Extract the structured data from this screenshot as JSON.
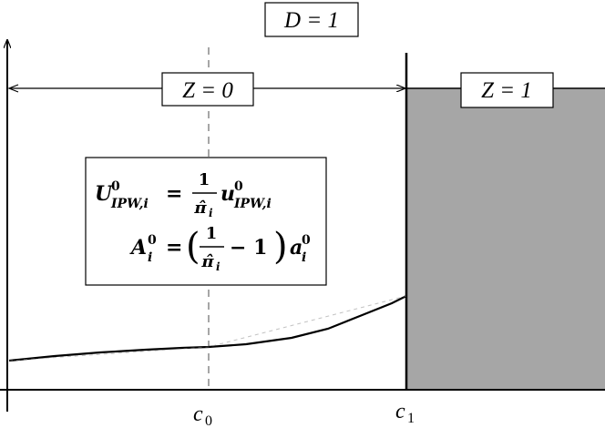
{
  "top_label": "D = 1",
  "region_labels": {
    "left": "Z = 0",
    "right": "Z = 1"
  },
  "axis_ticks": [
    {
      "name": "c0-tick",
      "var": "c",
      "sub": "0"
    },
    {
      "name": "c1-tick",
      "var": "c",
      "sub": "1"
    }
  ],
  "formula": {
    "line1": {
      "lhs_var": "U",
      "lhs_sup": "0",
      "lhs_sub": "IPW,i",
      "frac_num": "1",
      "frac_den": "π̂",
      "frac_den_sub": "i",
      "rhs_var": "u",
      "rhs_sup": "0",
      "rhs_sub": "IPW,i"
    },
    "line2": {
      "lhs_var": "A",
      "lhs_sup": "0",
      "lhs_sub": "i",
      "frac_num": "1",
      "frac_den": "π̂",
      "frac_den_sub": "i",
      "minus": "− 1",
      "rhs_var": "a",
      "rhs_sup": "0",
      "rhs_sub": "i"
    }
  },
  "colors": {
    "shaded_region": "#a6a6a6",
    "dashed_line": "#a6a6a6",
    "stroke": "#000000"
  }
}
